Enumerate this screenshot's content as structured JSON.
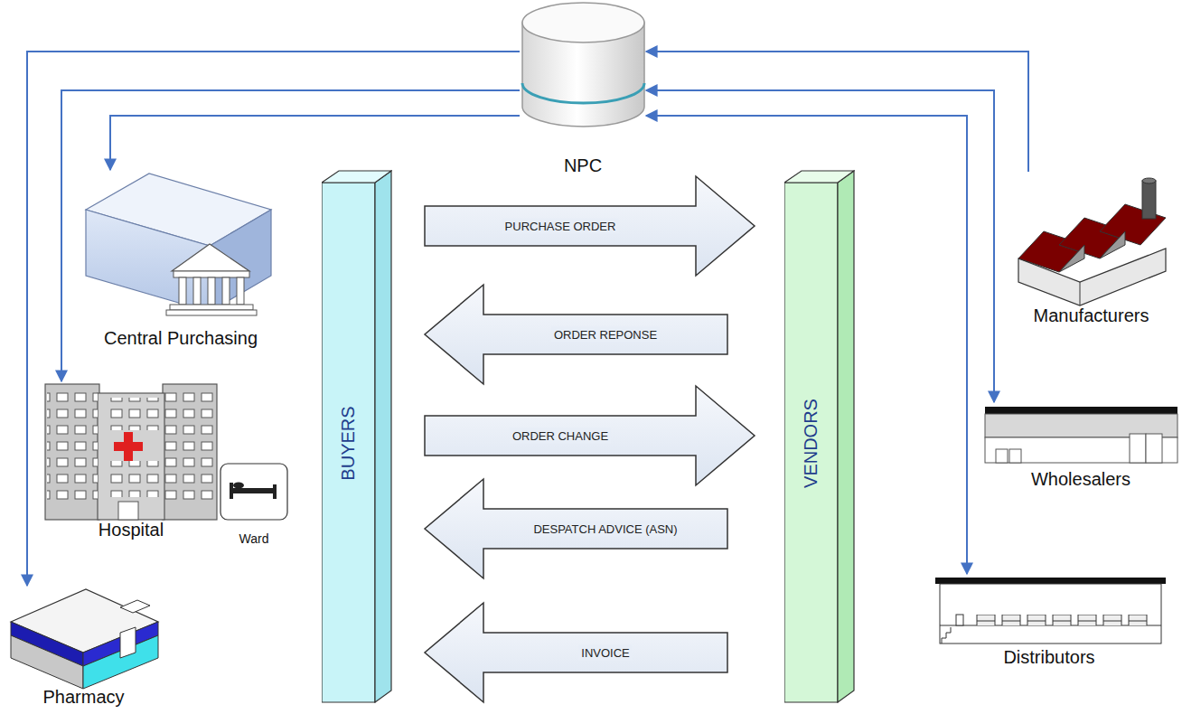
{
  "diagram": {
    "nodes": [
      {
        "text": [
          "NPC"
        ]
      },
      {
        "text": [
          "Central Purchasing"
        ]
      },
      {
        "text": [
          "Hospital"
        ]
      },
      {
        "text": [
          "Ward"
        ]
      },
      {
        "text": [
          "Pharmacy"
        ]
      },
      {
        "text": [
          "BUYERS"
        ]
      },
      {
        "text": [
          "VENDORS"
        ]
      },
      {
        "text": [
          "Manufacturers"
        ]
      },
      {
        "text": [
          "Wholesalers"
        ]
      },
      {
        "text": [
          "Distributors"
        ]
      }
    ],
    "edges": [
      {
        "from": 0,
        "to": 1,
        "arrow": "to"
      },
      {
        "from": 0,
        "to": 2,
        "arrow": "to"
      },
      {
        "from": 0,
        "to": 4,
        "arrow": "to"
      },
      {
        "from": 7,
        "to": 0,
        "arrow": "to"
      },
      {
        "from": 0,
        "to": 8,
        "arrow": "both"
      },
      {
        "from": 0,
        "to": 9,
        "arrow": "both"
      },
      {
        "from": 5,
        "to": 6,
        "label": "PURCHASE ORDER",
        "arrow": "to"
      },
      {
        "from": 6,
        "to": 5,
        "label": "ORDER REPONSE",
        "arrow": "to"
      },
      {
        "from": 5,
        "to": 6,
        "label": "ORDER CHANGE",
        "arrow": "to"
      },
      {
        "from": 6,
        "to": 5,
        "label": "DESPATCH ADVICE (ASN)",
        "arrow": "to"
      },
      {
        "from": 6,
        "to": 5,
        "label": "INVOICE",
        "arrow": "to"
      }
    ]
  }
}
